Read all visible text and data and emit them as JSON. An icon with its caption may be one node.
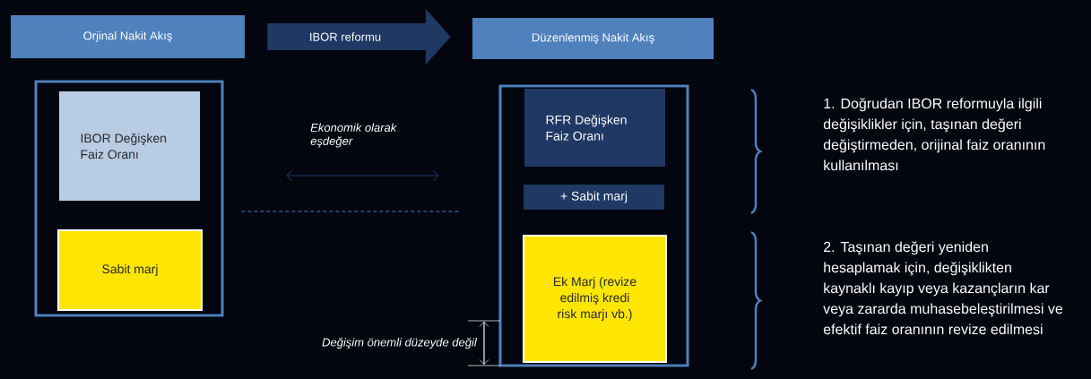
{
  "diagram": {
    "nodes": [
      {
        "text": [
          "Orjinal Nakit Akış"
        ]
      },
      {
        "text": [
          "Düzenlenmiş Nakit Akış"
        ]
      },
      {
        "text": [],
        "shape": "box"
      },
      {
        "text": [
          "IBOR Değişken Faiz Oranı"
        ],
        "in": 2
      },
      {
        "text": [
          "Sabit marj"
        ],
        "in": 2
      },
      {
        "text": [],
        "shape": "box"
      },
      {
        "text": [
          "RFR Değişken Faiz Oranı"
        ],
        "in": 5
      },
      {
        "text": [
          "+ Sabit marj"
        ],
        "in": 5
      },
      {
        "text": [
          "Ek Marj (revize edilmiş kredi risk marjı vb.)"
        ],
        "in": 5
      }
    ],
    "edges": [
      {
        "from": 0,
        "to": 1,
        "arrow": "to",
        "label": "IBOR reformu",
        "style": "thick"
      },
      {
        "from": 2,
        "to": 5,
        "arrow": "both",
        "label": "Ekonomik olarak eşdeğer"
      },
      {
        "from": 2,
        "to": 5,
        "arrow": "none",
        "style": "dashed",
        "color": "#4f81bd"
      }
    ],
    "labels": [
      "Değişim önemli düzeyde değil",
      "1. Doğrudan IBOR reformuyla ilgili değişiklikler için, taşınan değeri değiştirmeden, orijinal faiz oranının kullanılması",
      "2. Taşınan değeri yeniden hesaplamak için, değişiklikten kaynaklı kayıp veya kazançların kar veya zararda muhasebeleştirilmesi ve efektif faiz oranının revize edilmesi"
    ]
  }
}
